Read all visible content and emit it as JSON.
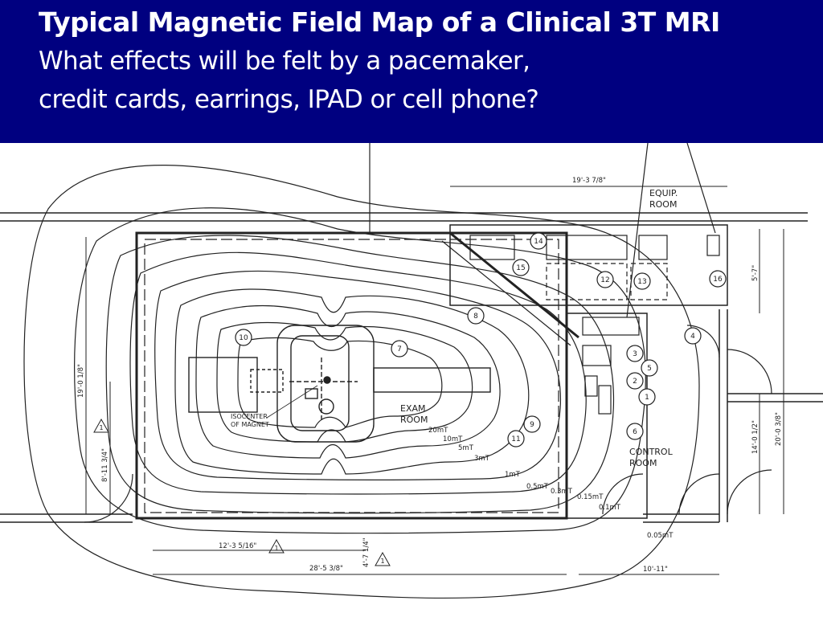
{
  "slide": {
    "title": "Typical Magnetic Field Map of a Clinical 3T MRI",
    "subtitle_line1": "What effects will be felt by a pacemaker,",
    "subtitle_line2": "credit cards, earrings, IPAD or cell phone?"
  },
  "plan": {
    "rooms": {
      "equip": [
        "EQUIP.",
        "ROOM"
      ],
      "exam": [
        "EXAM",
        "ROOM"
      ],
      "control": [
        "CONTROL",
        "ROOM"
      ]
    },
    "isocenter": [
      "ISOCENTER",
      "OF MAGNET"
    ],
    "contours": [
      "20mT",
      "10mT",
      "5mT",
      "3mT",
      "1mT",
      "0.5mT",
      "0.3mT",
      "0.15mT",
      "0.1mT",
      "0.05mT"
    ],
    "callouts": [
      "1",
      "2",
      "3",
      "4",
      "5",
      "6",
      "7",
      "8",
      "9",
      "10",
      "11",
      "12",
      "13",
      "14",
      "15",
      "16"
    ],
    "dimensions": {
      "top": "19'-3 7/8\"",
      "left": "19'-0 1/8\"",
      "left_small": "8'-11 3/4\"",
      "bottom_small": "12'-3 5/16\"",
      "bottom": "28'-5 3/8\"",
      "bottom_mid": "4'-7 1/4\"",
      "bottom_right": "10'-11\"",
      "right_top": "5'-7\"",
      "right_a": "14'-0 1/2\"",
      "right_b": "20'-0 3/8\""
    },
    "revision_marker": "1"
  }
}
